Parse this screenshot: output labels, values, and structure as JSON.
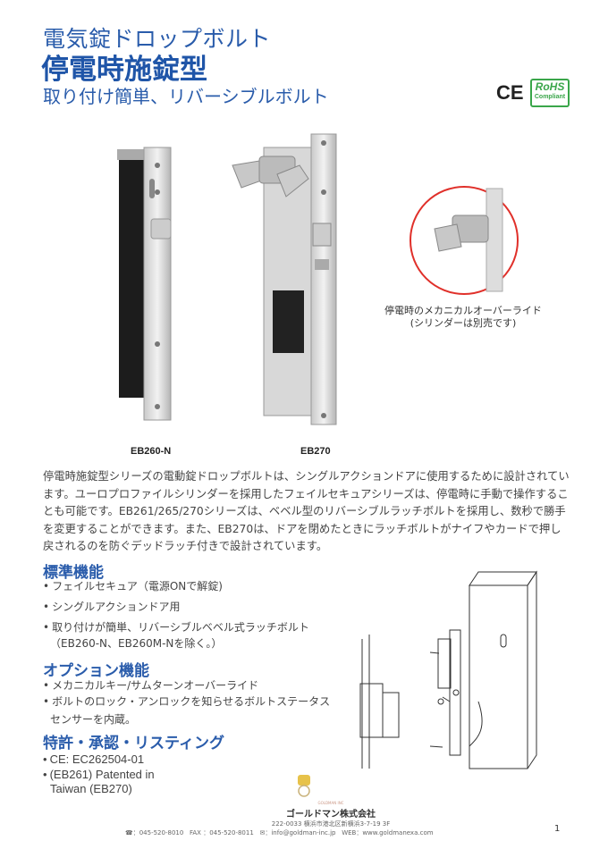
{
  "header": {
    "title_line1": "電気錠ドロップボルト",
    "title_line2": "停電時施錠型",
    "title_line3": "取り付け簡単、リバーシブルボルト",
    "cert_ce": "CE",
    "cert_rohs": "RoHS",
    "cert_rohs_sub": "Compliant"
  },
  "products": [
    {
      "label": "EB260-N"
    },
    {
      "label": "EB270"
    }
  ],
  "override_caption": {
    "line1": "停電時のメカニカルオーバーライド",
    "line2": "(シリンダーは別売です)"
  },
  "description": "停電時施錠型シリーズの電動錠ドロップボルトは、シングルアクションドアに使用するために設計されています。ユーロプロファイルシリンダーを採用したフェイルセキュアシリーズは、停電時に手動で操作することも可能です。EB261/265/270シリーズは、ベベル型のリバーシブルラッチボルトを採用し、数秒で勝手を変更することができます。また、EB270は、ドアを閉めたときにラッチボルトがナイフやカードで押し戻されるのを防ぐデッドラッチ付きで設計されています。",
  "sections": [
    {
      "heading": "標準機能",
      "items": [
        "フェイルセキュア（電源ONで解錠)",
        "シングルアクションドア用",
        "取り付けが簡単、リバーシブルベベル式ラッチボルト",
        "（EB260-N、EB260M-Nを除く。）"
      ]
    },
    {
      "heading": "オプション機能",
      "items": [
        "メカニカルキー/サムターンオーバーライド",
        "ボルトのロック・アンロックを知らせるボルトステータス",
        "センサーを内蔵。"
      ]
    },
    {
      "heading": "特許・承認・リスティング",
      "items": [
        "CE: EC262504-01",
        "(EB261) Patented in",
        "Taiwan (EB270)"
      ]
    }
  ],
  "footer": {
    "logo_text": "GOLDMAN INC",
    "company": "ゴールドマン株式会社",
    "address": "222-0033 横浜市港北区新横浜3-7-19 3F",
    "tel": "☎：045-520-8010",
    "fax": "FAX ：045-520-8011",
    "email": "✉：info@goldman-inc.jp",
    "web": "WEB：www.goldmanexa.com",
    "page_number": "1"
  }
}
